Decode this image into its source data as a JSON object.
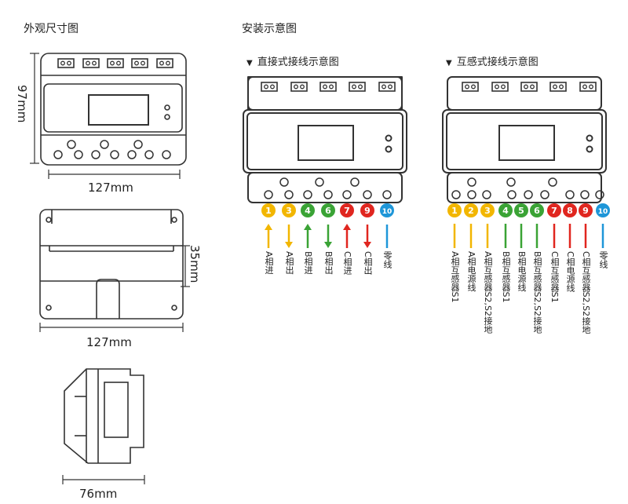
{
  "headings": {
    "outline": "外观尺寸图",
    "install": "安装示意图",
    "direct": "直接式接线示意图",
    "mutual": "互感式接线示意图"
  },
  "dimensions": {
    "height": "97mm",
    "width_front": "127mm",
    "width_back": "127mm",
    "depth": "35mm",
    "side_width": "76mm"
  },
  "colors": {
    "yellow": "#f2b600",
    "green": "#3aa335",
    "red": "#e0261f",
    "blue": "#1e96d8",
    "outline": "#333333"
  },
  "direct_terminals": [
    {
      "num": "1",
      "color": "yellow",
      "arrow": "up",
      "label": "A相进"
    },
    {
      "num": "3",
      "color": "yellow",
      "arrow": "down",
      "label": "A相出"
    },
    {
      "num": "4",
      "color": "green",
      "arrow": "up",
      "label": "B相进"
    },
    {
      "num": "6",
      "color": "green",
      "arrow": "down",
      "label": "B相出"
    },
    {
      "num": "7",
      "color": "red",
      "arrow": "up",
      "label": "C相进"
    },
    {
      "num": "9",
      "color": "red",
      "arrow": "down",
      "label": "C相出"
    },
    {
      "num": "10",
      "color": "blue",
      "arrow": "line",
      "label": "零线"
    }
  ],
  "mutual_terminals": [
    {
      "num": "1",
      "color": "yellow",
      "label": "A相互感器S1"
    },
    {
      "num": "2",
      "color": "yellow",
      "label": "A相电源线"
    },
    {
      "num": "3",
      "color": "yellow",
      "label": "A相互感器S2,S2接地"
    },
    {
      "num": "4",
      "color": "green",
      "label": "B相互感器S1"
    },
    {
      "num": "5",
      "color": "green",
      "label": "B相电源线"
    },
    {
      "num": "6",
      "color": "green",
      "label": "B相互感器S2,S2接地"
    },
    {
      "num": "7",
      "color": "red",
      "label": "C相互感器S1"
    },
    {
      "num": "8",
      "color": "red",
      "label": "C相电源线"
    },
    {
      "num": "9",
      "color": "red",
      "label": "C相互感器S2,S2接地"
    },
    {
      "num": "10",
      "color": "blue",
      "label": "零线"
    }
  ]
}
